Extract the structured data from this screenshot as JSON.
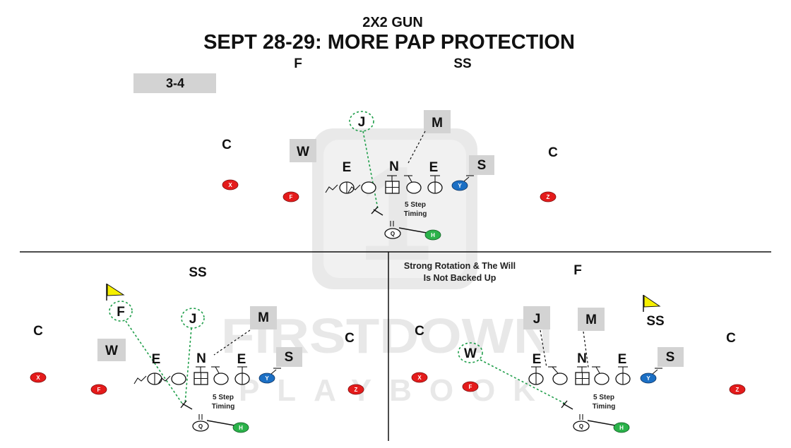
{
  "header": {
    "subtitle": "2X2 GUN",
    "title": "SEPT 28-29: MORE PAP PROTECTION"
  },
  "watermark": {
    "brand_line1": "FIRSTDOWN",
    "brand_line2": "PLAYBOOK",
    "logo_number": "1"
  },
  "colors": {
    "receiver_red": "#e41b1b",
    "tight_end_blue": "#1b6fc4",
    "back_green": "#2bb24a",
    "flag_yellow": "#f6f000",
    "coverage_green": "#1f9e4a",
    "label_box_gray": "#d3d3d3"
  },
  "top_diagram": {
    "front_label": "3-4",
    "defenders": {
      "free_safety": "F",
      "strong_safety": "SS",
      "corner_left": "C",
      "corner_right": "C",
      "will": "W",
      "jack": "J",
      "mike": "M",
      "end_left": "E",
      "nose": "N",
      "end_right": "E",
      "sam": "S"
    },
    "offense": {
      "x": "X",
      "f": "F",
      "z": "Z",
      "y": "Y",
      "q": "Q",
      "h": "H"
    },
    "note": [
      "5 Step",
      "Timing"
    ]
  },
  "bottom_left_diagram": {
    "defenders": {
      "strong_safety": "SS",
      "free_safety": "F",
      "jack": "J",
      "mike": "M",
      "corner_left": "C",
      "corner_right": "C",
      "will": "W",
      "end_left": "E",
      "nose": "N",
      "end_right": "E",
      "sam": "S"
    },
    "offense": {
      "x": "X",
      "f": "F",
      "z": "Z",
      "y": "Y",
      "q": "Q",
      "h": "H"
    },
    "note": [
      "5 Step",
      "Timing"
    ]
  },
  "bottom_right_diagram": {
    "caption": [
      "Strong Rotation & The Will",
      "Is Not Backed Up"
    ],
    "defenders": {
      "free_safety": "F",
      "strong_safety": "SS",
      "jack": "J",
      "mike": "M",
      "corner_left": "C",
      "corner_right": "C",
      "will": "W",
      "end_left": "E",
      "nose": "N",
      "end_right": "E",
      "sam": "S"
    },
    "offense": {
      "x": "X",
      "f": "F",
      "z": "Z",
      "y": "Y",
      "q": "Q",
      "h": "H"
    },
    "note": [
      "5 Step",
      "Timing"
    ]
  }
}
